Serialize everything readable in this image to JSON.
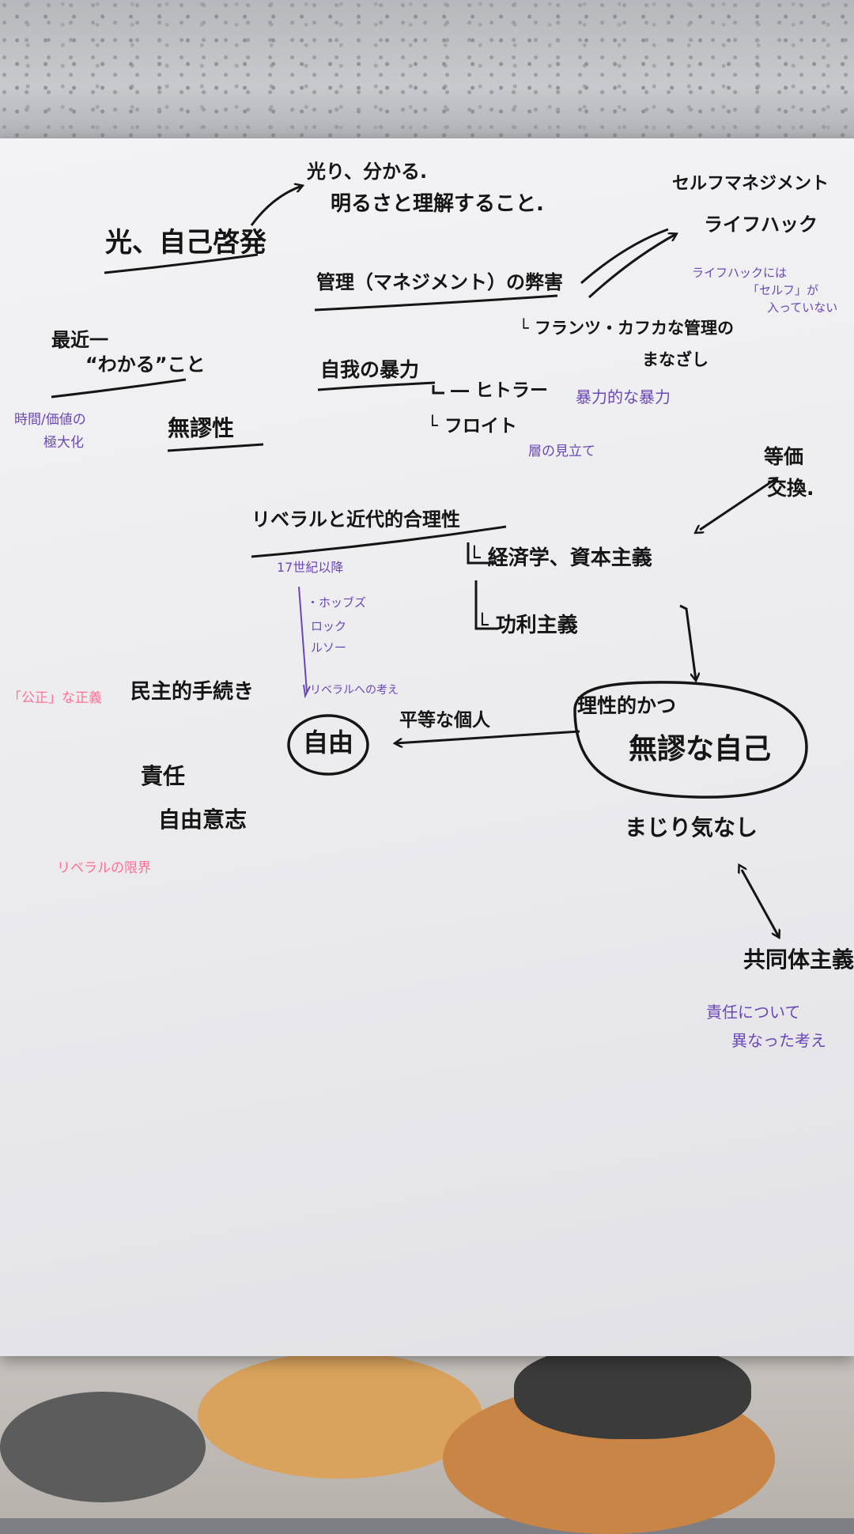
{
  "colors": {
    "ink": "#151515",
    "purple": "#6a47b7",
    "pink": "#ff6f95",
    "paper": "#eeeef1"
  },
  "nodes": {
    "light_self_enlightenment": "光、自己啓発",
    "light_understanding_1": "光り、分かる.",
    "light_understanding_2": "明るさと理解すること.",
    "self_management": "セルフマネジメント",
    "lifehack": "ライフハック",
    "lifehack_note_1": "ライフハックには",
    "lifehack_note_2": "「セルフ」が",
    "lifehack_note_3": "入っていない",
    "management_harm": "管理（マネジメント）の弊害",
    "kafka_note_1": "└ フランツ・カフカな管理の",
    "kafka_note_2": "まなざし",
    "recent_1": "最近一",
    "recent_2": "“わかる”こと",
    "time_note_1": "時間/価値の",
    "time_note_2": "極大化",
    "irresponsibility": "無謬性",
    "self_violence": "自我の暴力",
    "hitler": "― ヒトラー",
    "hitler_note": "暴力的な暴力",
    "freud": "└ フロイト",
    "freud_note": "層の見立て",
    "liberal_reason": "リベラルと近代的合理性",
    "value_exchange_1": "等価",
    "value_exchange_2": "交換.",
    "economics": "└ 経済学、資本主義",
    "utilitarian": "└ 功利主義",
    "since_17c": "17世紀以降",
    "hobbes": "・ホッブズ",
    "locke": "ロック",
    "rousseau": "ルソー",
    "liberal_thought": "リベラルへの考え",
    "fairness_procedure": "「公正」な正義",
    "democratic_procedure": "民主的手続き",
    "freedom": "自由",
    "equal_individual": "平等な個人",
    "rational_self_1": "理性的かつ",
    "rational_self_2": "無謬な自己",
    "no_mixture": "まじり気なし",
    "responsibility": "責任",
    "self_determination": "自由意志",
    "liberal_limit": "リベラルの限界",
    "communitarian": "共同体主義",
    "comm_note_1": "責任について",
    "comm_note_2": "異なった考え"
  }
}
